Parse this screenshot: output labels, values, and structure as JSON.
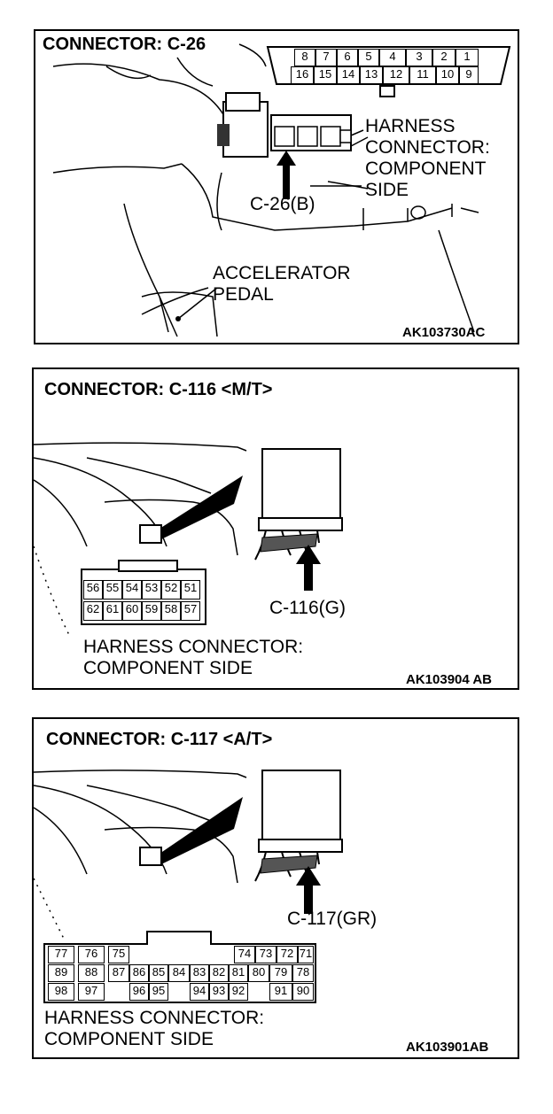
{
  "panels": [
    {
      "title": "CONNECTOR: C-26",
      "top_row": [
        "8",
        "7",
        "6",
        "5",
        "4",
        "3",
        "2",
        "1"
      ],
      "bottom_row": [
        "16",
        "15",
        "14",
        "13",
        "12",
        "11",
        "10",
        "9"
      ],
      "harness_label": [
        "HARNESS",
        "CONNECTOR:",
        "COMPONENT",
        "SIDE"
      ],
      "connector_callout": "C-26(B)",
      "pedal_label": [
        "ACCELERATOR",
        "PEDAL"
      ],
      "code": "AK103730AC"
    },
    {
      "title": "CONNECTOR: C-116 <M/T>",
      "top_row": [
        "56",
        "55",
        "54",
        "53",
        "52",
        "51"
      ],
      "bottom_row": [
        "62",
        "61",
        "60",
        "59",
        "58",
        "57"
      ],
      "connector_callout": "C-116(G)",
      "harness_label": [
        "HARNESS CONNECTOR:",
        "COMPONENT SIDE"
      ],
      "code": "AK103904 AB"
    },
    {
      "title": "CONNECTOR: C-117 <A/T>",
      "row1_left": [
        "77",
        "76",
        "75"
      ],
      "row1_right": [
        "74",
        "73",
        "72",
        "71"
      ],
      "row2": [
        "89",
        "88",
        "87",
        "86",
        "85",
        "84",
        "83",
        "82",
        "81",
        "80",
        "79",
        "78"
      ],
      "row3_left": [
        "98",
        "97"
      ],
      "row3_mid": [
        "96",
        "95"
      ],
      "row3_right": [
        "94",
        "93",
        "92"
      ],
      "row3_end": [
        "91",
        "90"
      ],
      "connector_callout": "C-117(GR)",
      "harness_label": [
        "HARNESS CONNECTOR:",
        "COMPONENT SIDE"
      ],
      "code": "AK103901AB"
    }
  ]
}
